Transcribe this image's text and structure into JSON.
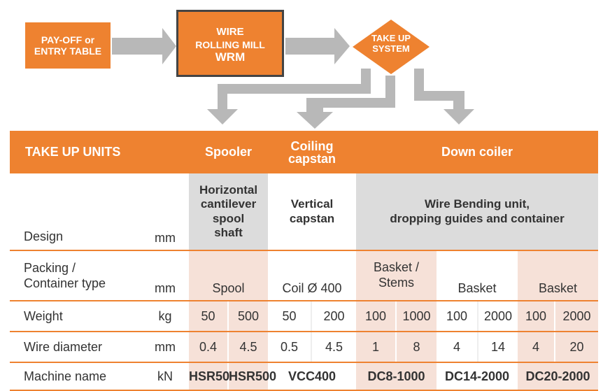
{
  "flow": {
    "payoff": "PAY-OFF or ENTRY TABLE",
    "wrm_line1": "WIRE",
    "wrm_line2": "ROLLING MILL",
    "wrm_line3": "WRM",
    "takeup_line1": "TAKE UP",
    "takeup_line2": "SYSTEM"
  },
  "colors": {
    "accent": "#ee8230",
    "arrow": "#b8b8b8",
    "grey_cell": "#dcdcdc",
    "pink_cell": "#f6e1d8"
  },
  "header": {
    "title": "TAKE UP UNITS",
    "spooler": "Spooler",
    "coiling_line1": "Coiling",
    "coiling_line2": "capstan",
    "down_coiler": "Down coiler"
  },
  "rows": {
    "design": {
      "label": "Design",
      "unit": "mm",
      "spooler": [
        "Horizontal",
        "cantilever",
        "spool",
        "shaft"
      ],
      "capstan": [
        "Vertical",
        "capstan"
      ],
      "down": [
        "Wire Bending unit,",
        "dropping guides and container"
      ]
    },
    "packing": {
      "label1": "Packing /",
      "label2": "Container type",
      "unit": "mm",
      "spool": "Spool",
      "coil": "Coil Ø 400",
      "basket_stems1": "Basket /",
      "basket_stems2": "Stems",
      "basket_a": "Basket",
      "basket_b": "Basket"
    },
    "weight": {
      "label": "Weight",
      "unit": "kg",
      "values": [
        "50",
        "500",
        "50",
        "200",
        "100",
        "1000",
        "100",
        "2000",
        "100",
        "2000"
      ]
    },
    "diameter": {
      "label": "Wire diameter",
      "unit": "mm",
      "values": [
        "0.4",
        "4.5",
        "0.5",
        "4.5",
        "1",
        "8",
        "4",
        "14",
        "4",
        "20"
      ]
    },
    "machine": {
      "label": "Machine name",
      "unit": "kN",
      "hsr50": "HSR50",
      "hsr500": "HSR500",
      "vcc400": "VCC400",
      "dc8": "DC8-1000",
      "dc14": "DC14-2000",
      "dc20": "DC20-2000"
    }
  }
}
